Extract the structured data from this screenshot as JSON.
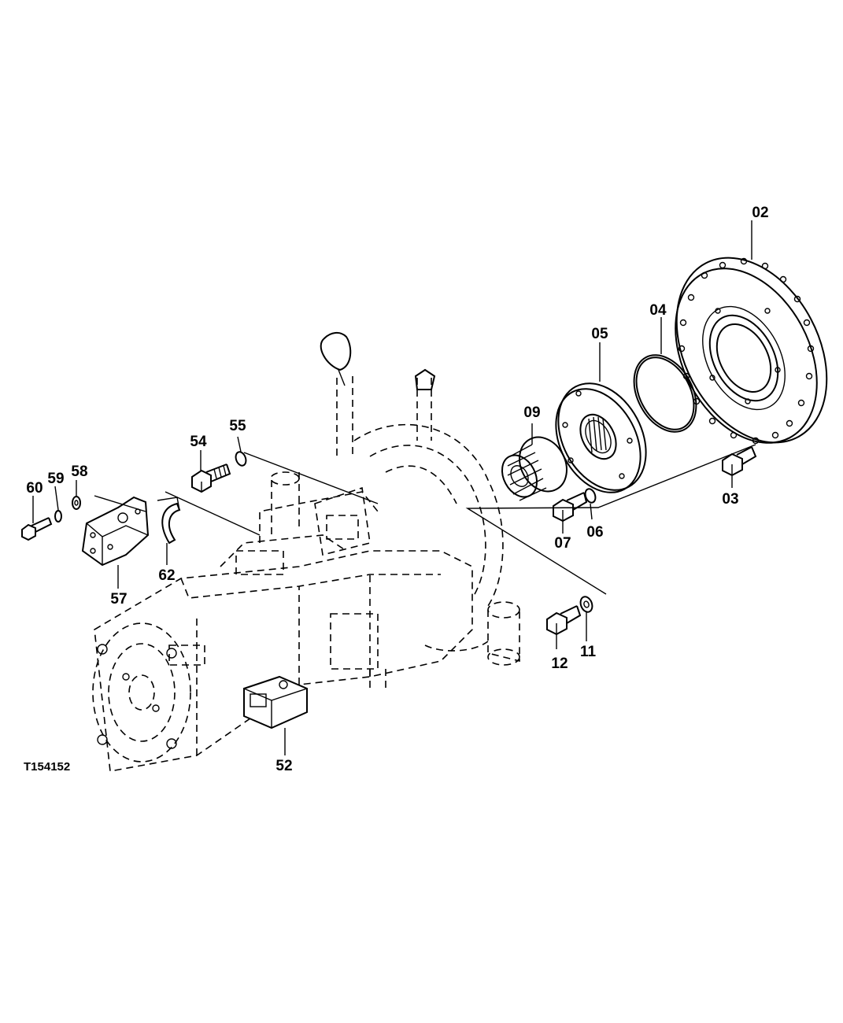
{
  "figure_id": "T154152",
  "callouts": {
    "p02": "02",
    "p03": "03",
    "p04": "04",
    "p05": "05",
    "p06": "06",
    "p07": "07",
    "p09": "09",
    "p11": "11",
    "p12": "12",
    "p52": "52",
    "p54": "54",
    "p55": "55",
    "p57": "57",
    "p58": "58",
    "p59": "59",
    "p60": "60",
    "p62": "62"
  }
}
